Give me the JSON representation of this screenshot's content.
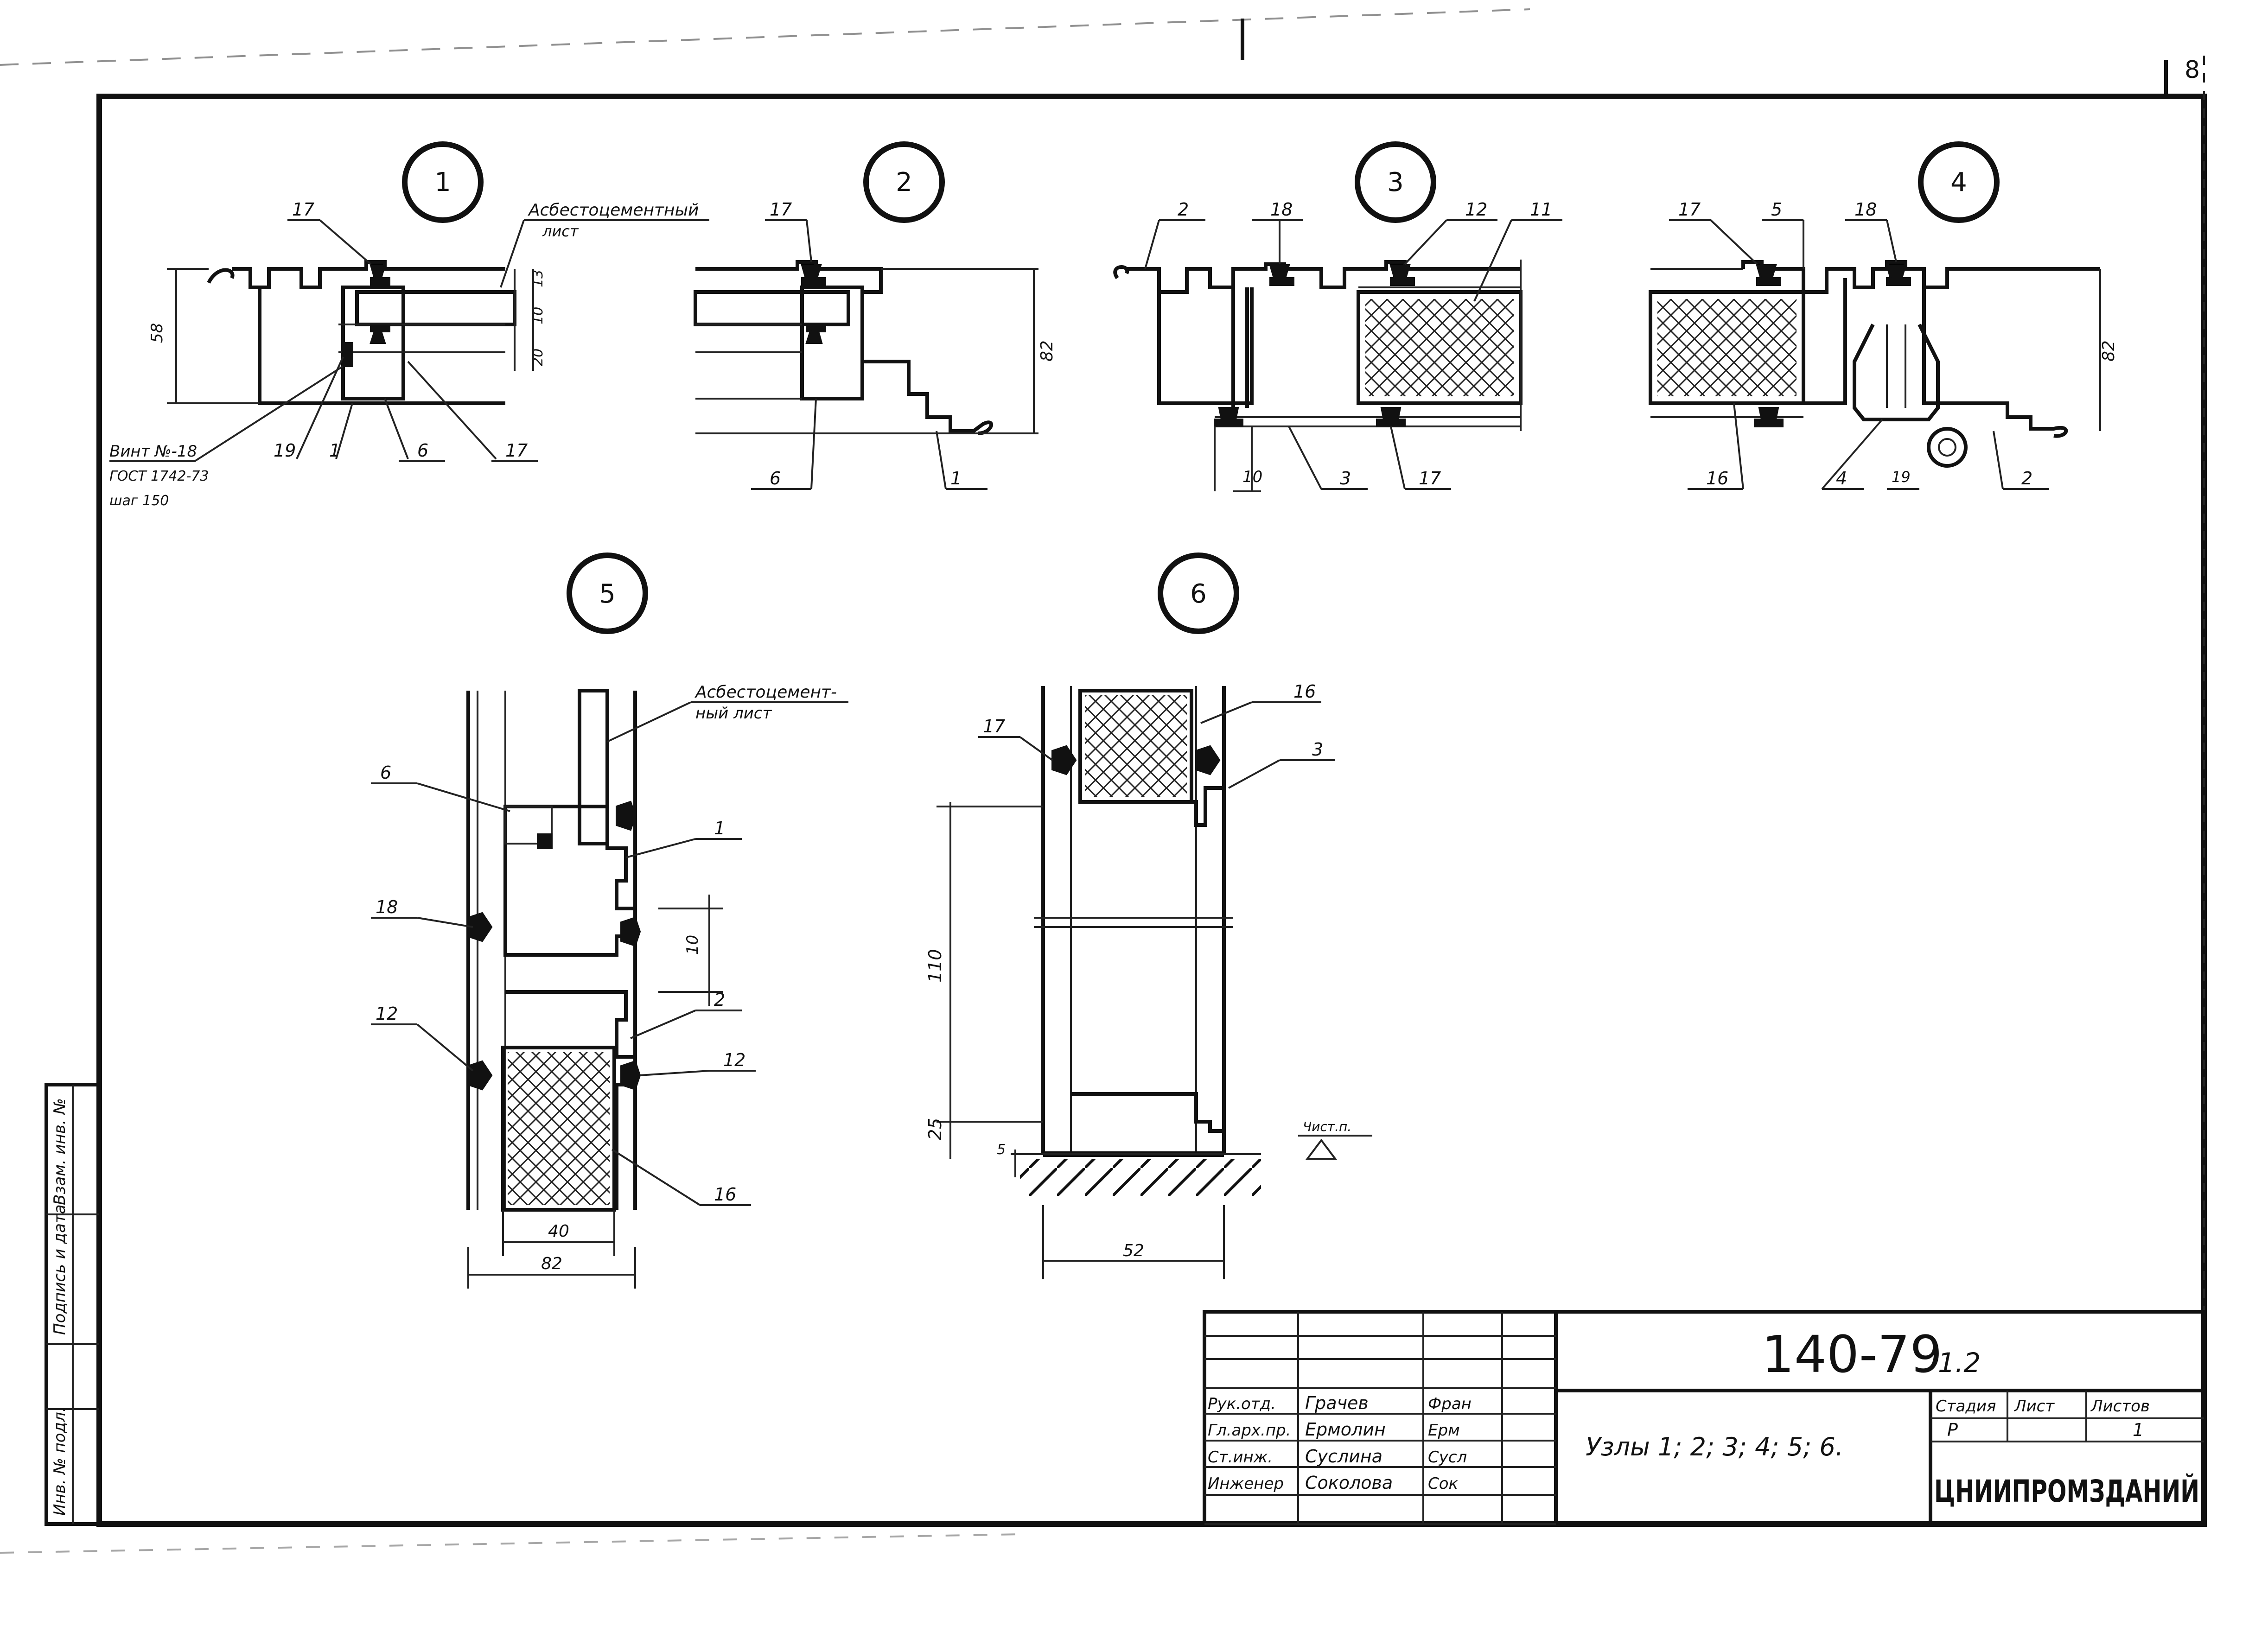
{
  "page_number": "8",
  "nodes": {
    "n1": "1",
    "n2": "2",
    "n3": "3",
    "n4": "4",
    "n5": "5",
    "n6": "6"
  },
  "callouts": {
    "d1": {
      "c17": "17",
      "asbestos_line1": "Асбестоцементный",
      "asbestos_line2": "лист",
      "c19": "19",
      "c1": "1",
      "c6": "6",
      "c17b": "17",
      "screw1": "Винт №-18",
      "screw2": "ГОСТ 1742-73",
      "screw3": "шаг 150",
      "dim_58": "58",
      "dim_20": "20",
      "dim_10": "10",
      "dim_13": "13"
    },
    "d2": {
      "c17": "17",
      "c6": "6",
      "c1": "1",
      "dim_82": "82"
    },
    "d3": {
      "c2": "2",
      "c18": "18",
      "c12": "12",
      "c11": "11",
      "c10": "10",
      "c3": "3",
      "c17": "17"
    },
    "d4": {
      "c17": "17",
      "c5": "5",
      "c18": "18",
      "c16": "16",
      "c4": "4",
      "c19": "19",
      "c2": "2",
      "dim_82": "82"
    },
    "d5": {
      "asbestos_line1": "Асбестоцемент-",
      "asbestos_line2": "ный лист",
      "c6": "6",
      "c1": "1",
      "c18": "18",
      "c10": "10",
      "c12a": "12",
      "c2": "2",
      "c12b": "12",
      "c16": "16",
      "dim_40": "40",
      "dim_82": "82"
    },
    "d6": {
      "c17": "17",
      "c16": "16",
      "c3": "3",
      "dim_110": "110",
      "dim_25": "25",
      "dim_5": "5",
      "level": "Чист.п.",
      "dim_52": "52"
    }
  },
  "side_stamp": [
    "Инв. № подл.",
    "Подпись и дата",
    "Взам. инв. №"
  ],
  "title_block": {
    "doc_number": "140-79",
    "doc_suffix": "1.2",
    "rows": [
      {
        "role": "Рук.отд.",
        "name": "Грачев",
        "sign": "Фран"
      },
      {
        "role": "Гл.арх.пр.",
        "name": "Ермолин",
        "sign": "Ерм"
      },
      {
        "role": "Ст.инж.",
        "name": "Суслина",
        "sign": "Сусл"
      },
      {
        "role": "Инженер",
        "name": "Соколова",
        "sign": "Сок"
      }
    ],
    "title": "Узлы 1; 2; 3; 4; 5; 6.",
    "stage_header": "Стадия",
    "sheet_header": "Лист",
    "sheets_header": "Листов",
    "stage": "Р",
    "sheet": "",
    "sheets": "1",
    "org": "ЦНИИПРОМЗДАНИЙ"
  }
}
